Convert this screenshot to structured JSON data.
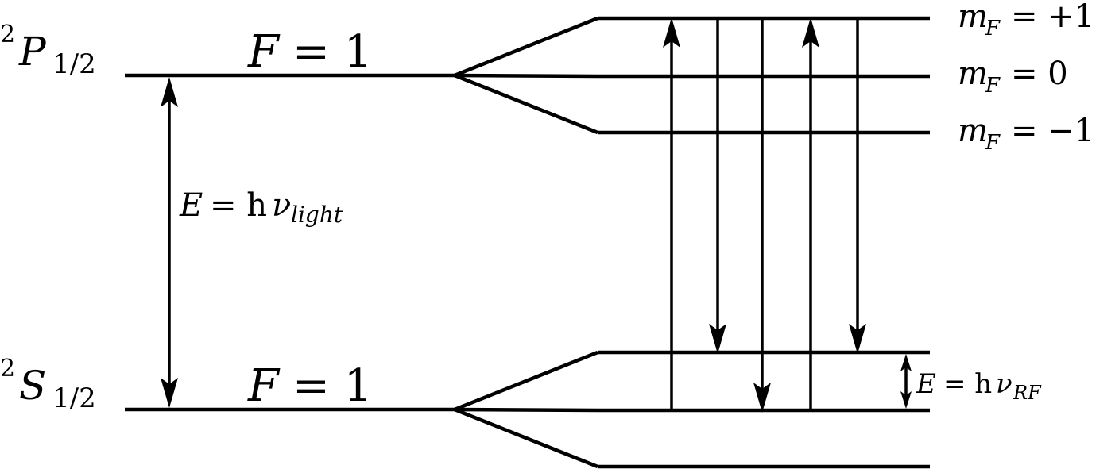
{
  "levels": {
    "upper": {
      "term_sup": "2",
      "term_letter": "P",
      "term_sub": "1/2",
      "F_var": "F",
      "F_eq": "= 1"
    },
    "lower": {
      "term_sup": "2",
      "term_letter": "S",
      "term_sub": "1/2",
      "F_var": "F",
      "F_eq": "= 1"
    }
  },
  "sublevels": {
    "mF_plus": {
      "var": "m",
      "sub": "F",
      "eq": "= +1"
    },
    "mF_zero": {
      "var": "m",
      "sub": "F",
      "eq": "= 0"
    },
    "mF_minus": {
      "var": "m",
      "sub": "F",
      "eq": "= −1"
    }
  },
  "transitions": {
    "light": {
      "lhs": "E",
      "eq": "= h",
      "nu": "ν",
      "sub": "light"
    },
    "rf": {
      "lhs": "E",
      "eq": "= h",
      "nu": "ν",
      "sub": "RF"
    }
  }
}
